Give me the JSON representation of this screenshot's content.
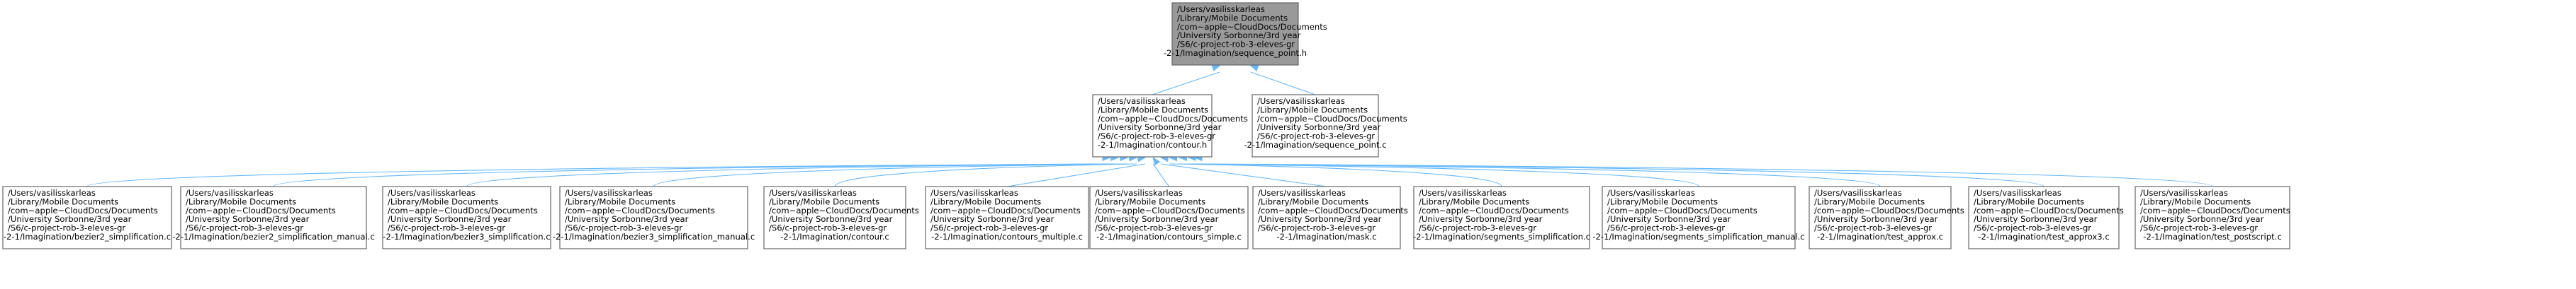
{
  "graph": {
    "title": "sequence_point.h include dependency graph",
    "edge_color": "#63b8ff",
    "root_fill": "#999999",
    "node_fill": "#ffffff",
    "border_color": "#666666"
  },
  "nodes": [
    {
      "id": "root",
      "lines": [
        "/Users/vasilisskarleas",
        "/Library/Mobile Documents",
        "/com~apple~CloudDocs/Documents",
        "/University Sorbonne/3rd year",
        "/S6/c-project-rob-3-eleves-gr",
        "-2-1/Imagination/sequence_point.h"
      ]
    },
    {
      "id": "contour_h",
      "lines": [
        "/Users/vasilisskarleas",
        "/Library/Mobile Documents",
        "/com~apple~CloudDocs/Documents",
        "/University Sorbonne/3rd year",
        "/S6/c-project-rob-3-eleves-gr",
        "-2-1/Imagination/contour.h"
      ]
    },
    {
      "id": "sequence_point_c",
      "lines": [
        "/Users/vasilisskarleas",
        "/Library/Mobile Documents",
        "/com~apple~CloudDocs/Documents",
        "/University Sorbonne/3rd year",
        "/S6/c-project-rob-3-eleves-gr",
        "-2-1/Imagination/sequence_point.c"
      ]
    },
    {
      "id": "bezier2_simplification_c",
      "lines": [
        "/Users/vasilisskarleas",
        "/Library/Mobile Documents",
        "/com~apple~CloudDocs/Documents",
        "/University Sorbonne/3rd year",
        "/S6/c-project-rob-3-eleves-gr",
        "-2-1/Imagination/bezier2_simplification.c"
      ]
    },
    {
      "id": "bezier2_simplification_manual_c",
      "lines": [
        "/Users/vasilisskarleas",
        "/Library/Mobile Documents",
        "/com~apple~CloudDocs/Documents",
        "/University Sorbonne/3rd year",
        "/S6/c-project-rob-3-eleves-gr",
        "-2-1/Imagination/bezier2_simplification_manual.c"
      ]
    },
    {
      "id": "bezier3_simplification_c",
      "lines": [
        "/Users/vasilisskarleas",
        "/Library/Mobile Documents",
        "/com~apple~CloudDocs/Documents",
        "/University Sorbonne/3rd year",
        "/S6/c-project-rob-3-eleves-gr",
        "-2-1/Imagination/bezier3_simplification.c"
      ]
    },
    {
      "id": "bezier3_simplification_manual_c",
      "lines": [
        "/Users/vasilisskarleas",
        "/Library/Mobile Documents",
        "/com~apple~CloudDocs/Documents",
        "/University Sorbonne/3rd year",
        "/S6/c-project-rob-3-eleves-gr",
        "-2-1/Imagination/bezier3_simplification_manual.c"
      ]
    },
    {
      "id": "contour_c",
      "lines": [
        "/Users/vasilisskarleas",
        "/Library/Mobile Documents",
        "/com~apple~CloudDocs/Documents",
        "/University Sorbonne/3rd year",
        "/S6/c-project-rob-3-eleves-gr",
        "-2-1/Imagination/contour.c"
      ]
    },
    {
      "id": "contours_multiple_c",
      "lines": [
        "/Users/vasilisskarleas",
        "/Library/Mobile Documents",
        "/com~apple~CloudDocs/Documents",
        "/University Sorbonne/3rd year",
        "/S6/c-project-rob-3-eleves-gr",
        "-2-1/Imagination/contours_multiple.c"
      ]
    },
    {
      "id": "contours_simple_c",
      "lines": [
        "/Users/vasilisskarleas",
        "/Library/Mobile Documents",
        "/com~apple~CloudDocs/Documents",
        "/University Sorbonne/3rd year",
        "/S6/c-project-rob-3-eleves-gr",
        "-2-1/Imagination/contours_simple.c"
      ]
    },
    {
      "id": "mask_c",
      "lines": [
        "/Users/vasilisskarleas",
        "/Library/Mobile Documents",
        "/com~apple~CloudDocs/Documents",
        "/University Sorbonne/3rd year",
        "/S6/c-project-rob-3-eleves-gr",
        "-2-1/Imagination/mask.c"
      ]
    },
    {
      "id": "segments_simplification_c",
      "lines": [
        "/Users/vasilisskarleas",
        "/Library/Mobile Documents",
        "/com~apple~CloudDocs/Documents",
        "/University Sorbonne/3rd year",
        "/S6/c-project-rob-3-eleves-gr",
        "-2-1/Imagination/segments_simplification.c"
      ]
    },
    {
      "id": "segments_simplification_manual_c",
      "lines": [
        "/Users/vasilisskarleas",
        "/Library/Mobile Documents",
        "/com~apple~CloudDocs/Documents",
        "/University Sorbonne/3rd year",
        "/S6/c-project-rob-3-eleves-gr",
        "-2-1/Imagination/segments_simplification_manual.c"
      ]
    },
    {
      "id": "test_approx_c",
      "lines": [
        "/Users/vasilisskarleas",
        "/Library/Mobile Documents",
        "/com~apple~CloudDocs/Documents",
        "/University Sorbonne/3rd year",
        "/S6/c-project-rob-3-eleves-gr",
        "-2-1/Imagination/test_approx.c"
      ]
    },
    {
      "id": "test_approx3_c",
      "lines": [
        "/Users/vasilisskarleas",
        "/Library/Mobile Documents",
        "/com~apple~CloudDocs/Documents",
        "/University Sorbonne/3rd year",
        "/S6/c-project-rob-3-eleves-gr",
        "-2-1/Imagination/test_approx3.c"
      ]
    },
    {
      "id": "test_postscript_c",
      "lines": [
        "/Users/vasilisskarleas",
        "/Library/Mobile Documents",
        "/com~apple~CloudDocs/Documents",
        "/University Sorbonne/3rd year",
        "/S6/c-project-rob-3-eleves-gr",
        "-2-1/Imagination/test_postscript.c"
      ]
    }
  ],
  "edges": [
    {
      "from": "contour_h",
      "to": "root"
    },
    {
      "from": "sequence_point_c",
      "to": "root"
    },
    {
      "from": "bezier2_simplification_c",
      "to": "contour_h"
    },
    {
      "from": "bezier2_simplification_manual_c",
      "to": "contour_h"
    },
    {
      "from": "bezier3_simplification_c",
      "to": "contour_h"
    },
    {
      "from": "bezier3_simplification_manual_c",
      "to": "contour_h"
    },
    {
      "from": "contour_c",
      "to": "contour_h"
    },
    {
      "from": "contours_multiple_c",
      "to": "contour_h"
    },
    {
      "from": "contours_simple_c",
      "to": "contour_h"
    },
    {
      "from": "mask_c",
      "to": "contour_h"
    },
    {
      "from": "segments_simplification_c",
      "to": "contour_h"
    },
    {
      "from": "segments_simplification_manual_c",
      "to": "contour_h"
    },
    {
      "from": "test_approx_c",
      "to": "contour_h"
    },
    {
      "from": "test_approx3_c",
      "to": "contour_h"
    },
    {
      "from": "test_postscript_c",
      "to": "contour_h"
    }
  ]
}
